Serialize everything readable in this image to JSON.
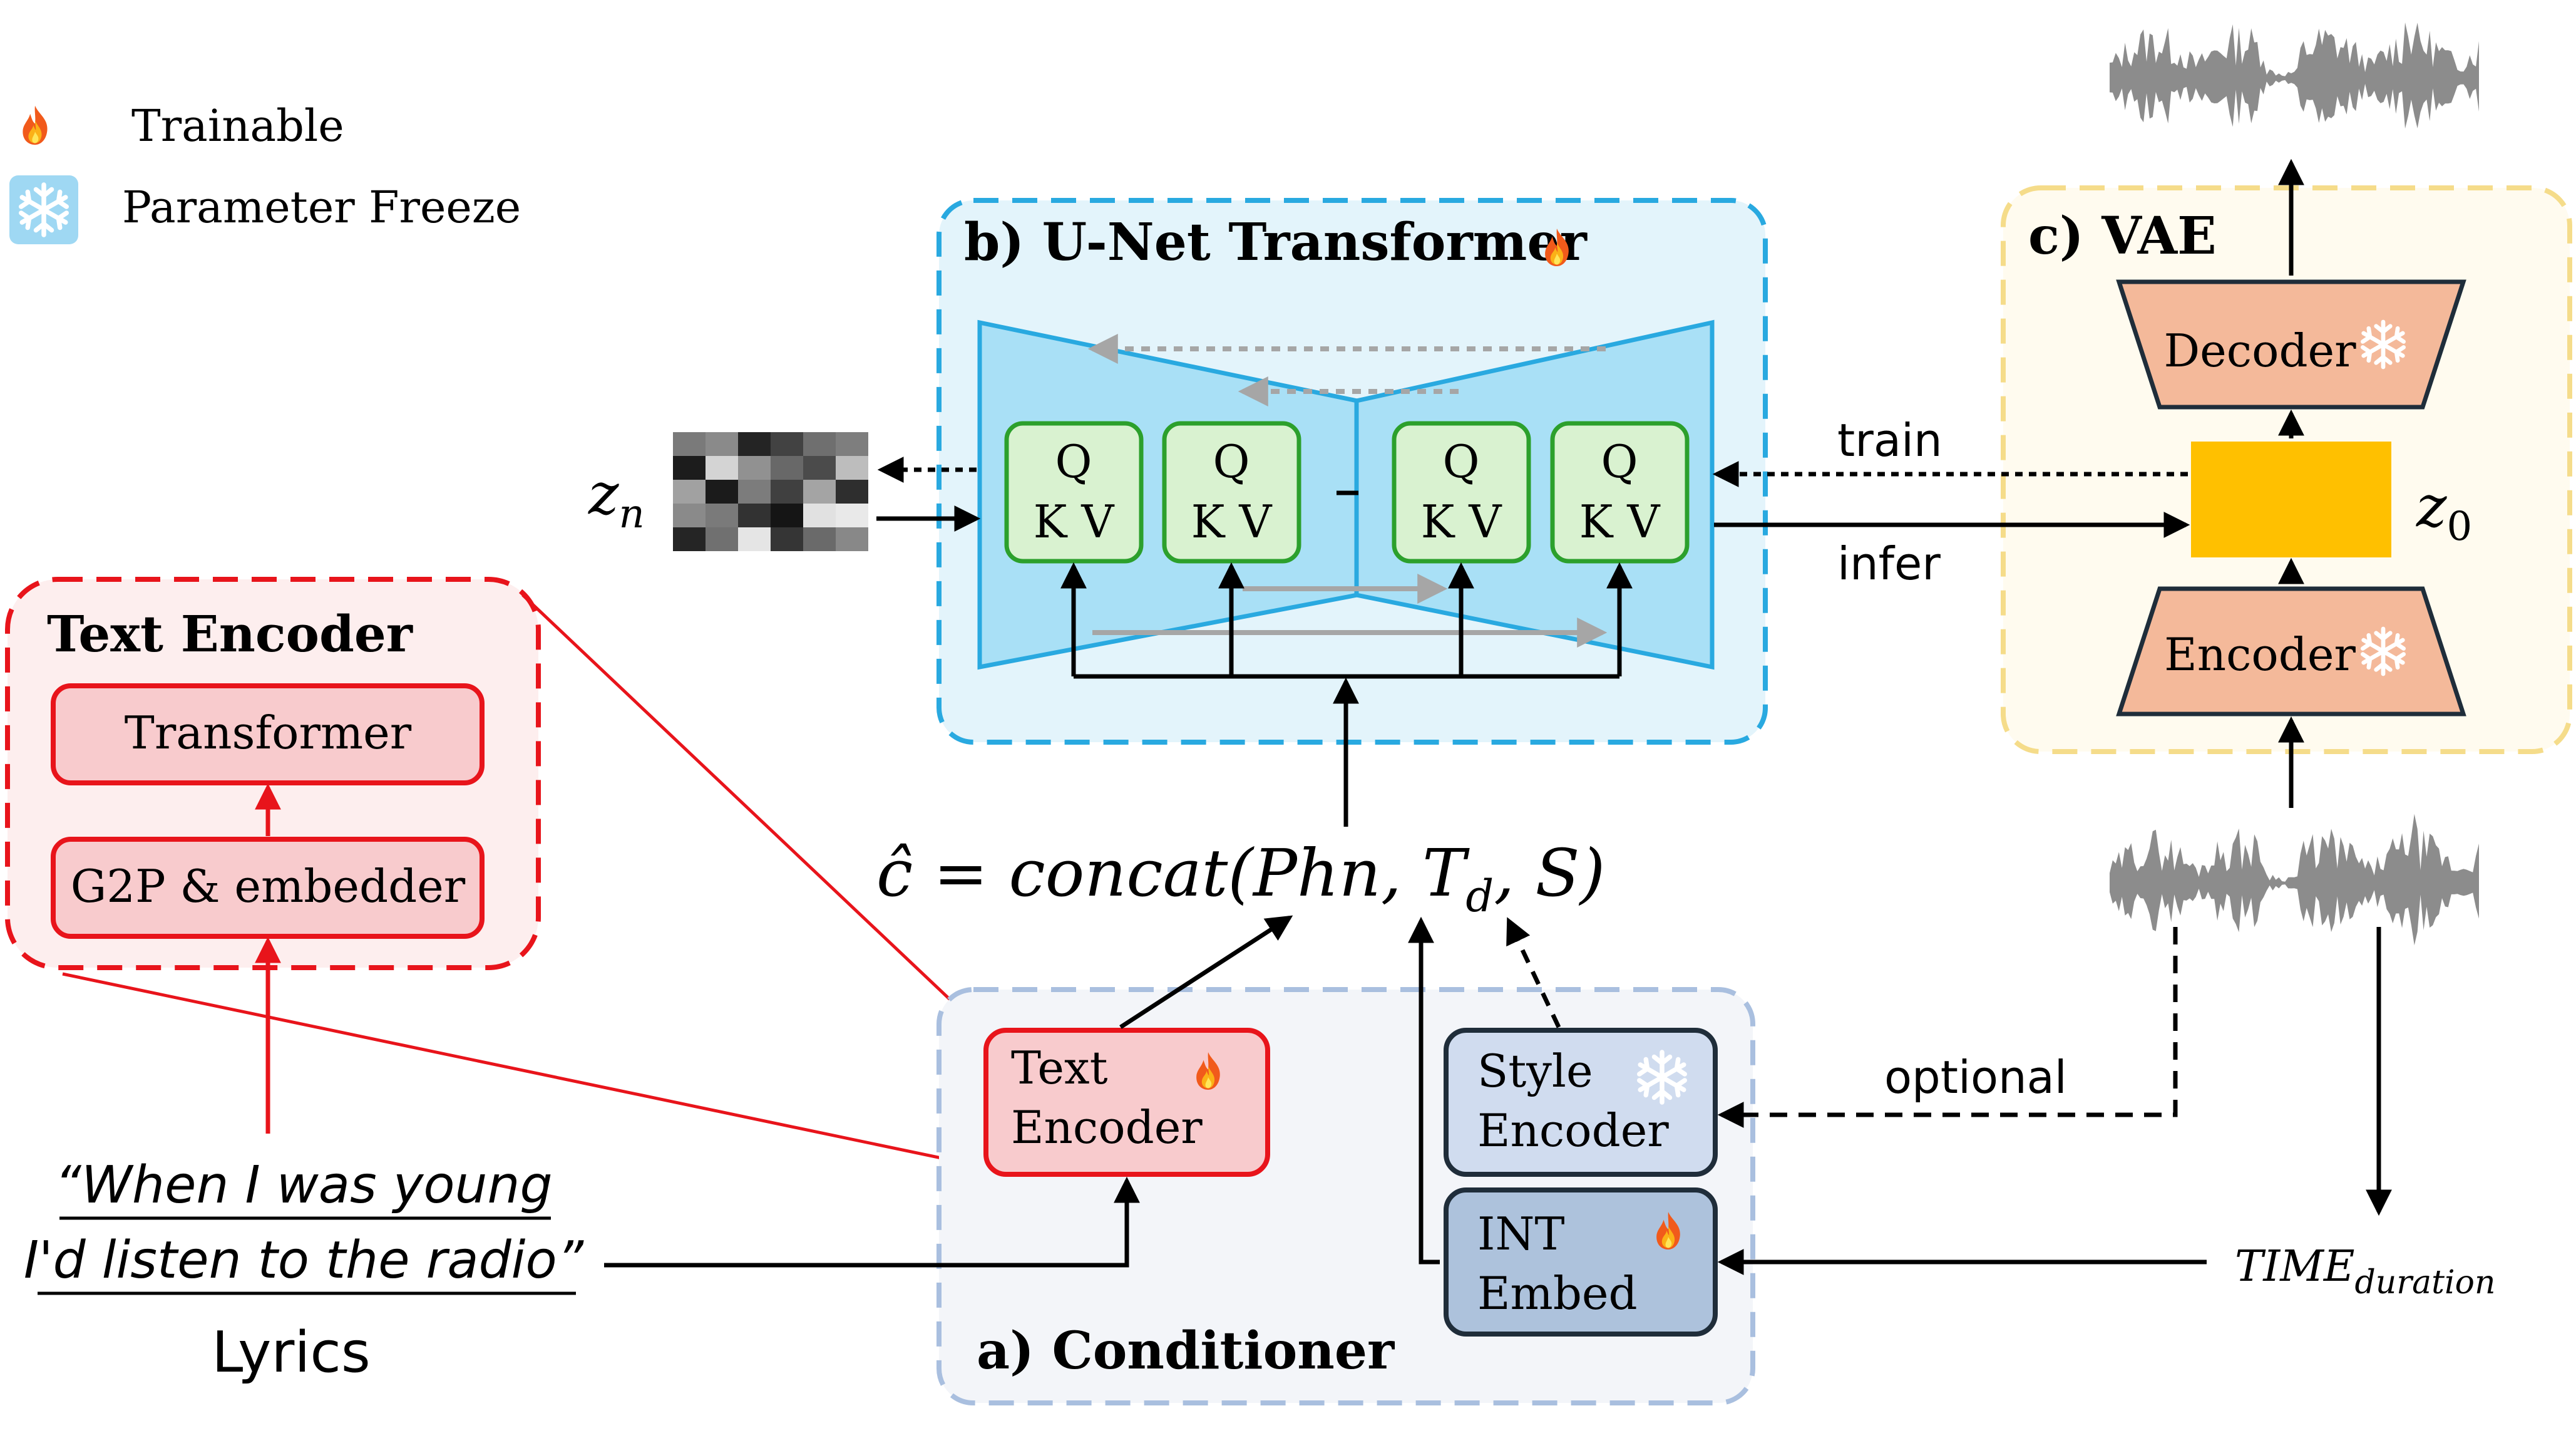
{
  "legend": {
    "trainable_label": "Trainable",
    "freeze_label": "Parameter Freeze"
  },
  "unet": {
    "title": "b) U-Net Transformer",
    "block_q": "Q",
    "block_kv": "K V"
  },
  "vae": {
    "title": "c) VAE",
    "decoder": "Decoder",
    "encoder": "Encoder",
    "latent_symbol": "z",
    "latent_subscript": "0",
    "train_label": "train",
    "infer_label": "infer"
  },
  "noise": {
    "symbol": "z",
    "subscript": "n"
  },
  "text_encoder_panel": {
    "title": "Text Encoder",
    "transformer": "Transformer",
    "g2p": "G2P & embedder"
  },
  "formula": {
    "prefix": "ĉ = concat(Phn, T",
    "subscript": "d",
    "suffix": ", S)"
  },
  "conditioner": {
    "title": "a) Conditioner",
    "text_encoder_line1": "Text",
    "text_encoder_line2": "Encoder",
    "style_encoder_line1": "Style",
    "style_encoder_line2": "Encoder",
    "int_embed_line1": "INT",
    "int_embed_line2": "Embed"
  },
  "lyrics": {
    "line1": "“When I was young",
    "line2": "I'd listen to the radio”",
    "caption": "Lyrics"
  },
  "optional_label": "optional",
  "time": {
    "base": "TIME",
    "subscript": "duration"
  },
  "icons": {
    "trainable": "fire-icon",
    "frozen": "snowflake-icon"
  },
  "colors": {
    "unet_border": "#29a9e0",
    "unet_fill": "#e3f4fb",
    "vae_border": "#f5dc8a",
    "vae_fill": "#fffbef",
    "conditioner_border": "#a9bfdf",
    "conditioner_fill": "#f3f5f9",
    "text_encoder_red": "#e8141b",
    "block_green": "#2ca02c",
    "latent_yellow": "#ffc000",
    "encdec_fill": "#f4b99a"
  }
}
